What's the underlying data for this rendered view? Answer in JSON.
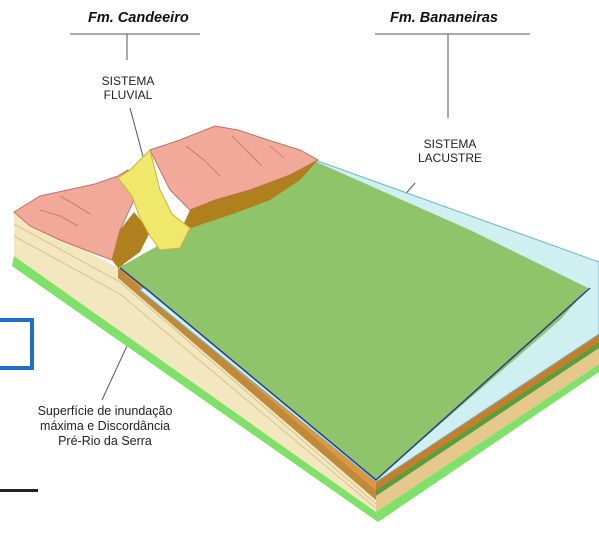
{
  "diagram": {
    "titles": {
      "left": "Fm. Candeeiro",
      "right": "Fm. Bananeiras"
    },
    "labels": {
      "fluvial": "SISTEMA\nFLUVIAL",
      "lacustre": "SISTEMA\nLACUSTRE",
      "surface": "Superfície de inundação\nmáxima e Discordância\nPré-Rio da Serra"
    },
    "colors": {
      "highland": "#f1a99a",
      "lake": "#8fc46a",
      "lake_edge": "#2b3c8e",
      "fluvial": "#efe86a",
      "delta_brown": "#b07f1e",
      "beige": "#f3e7bf",
      "grass": "#7fe06a",
      "water": "#cfeff0",
      "frame": "#1f6fc4"
    }
  }
}
